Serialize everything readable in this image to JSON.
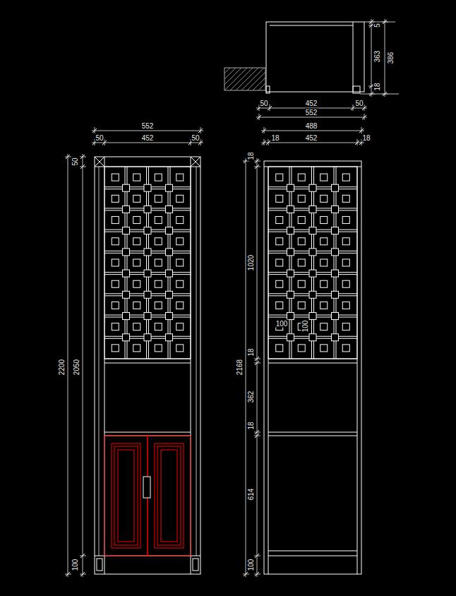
{
  "diagram": {
    "labels": [
      "5",
      "363",
      "386",
      "18",
      "50",
      "452",
      "50",
      "552",
      "552",
      "50",
      "452",
      "50",
      "50",
      "2200",
      "2050",
      "100",
      "488",
      "18",
      "452",
      "18",
      "18",
      "1020",
      "100",
      "100",
      "18",
      "2168",
      "362",
      "18",
      "614",
      "100"
    ]
  }
}
